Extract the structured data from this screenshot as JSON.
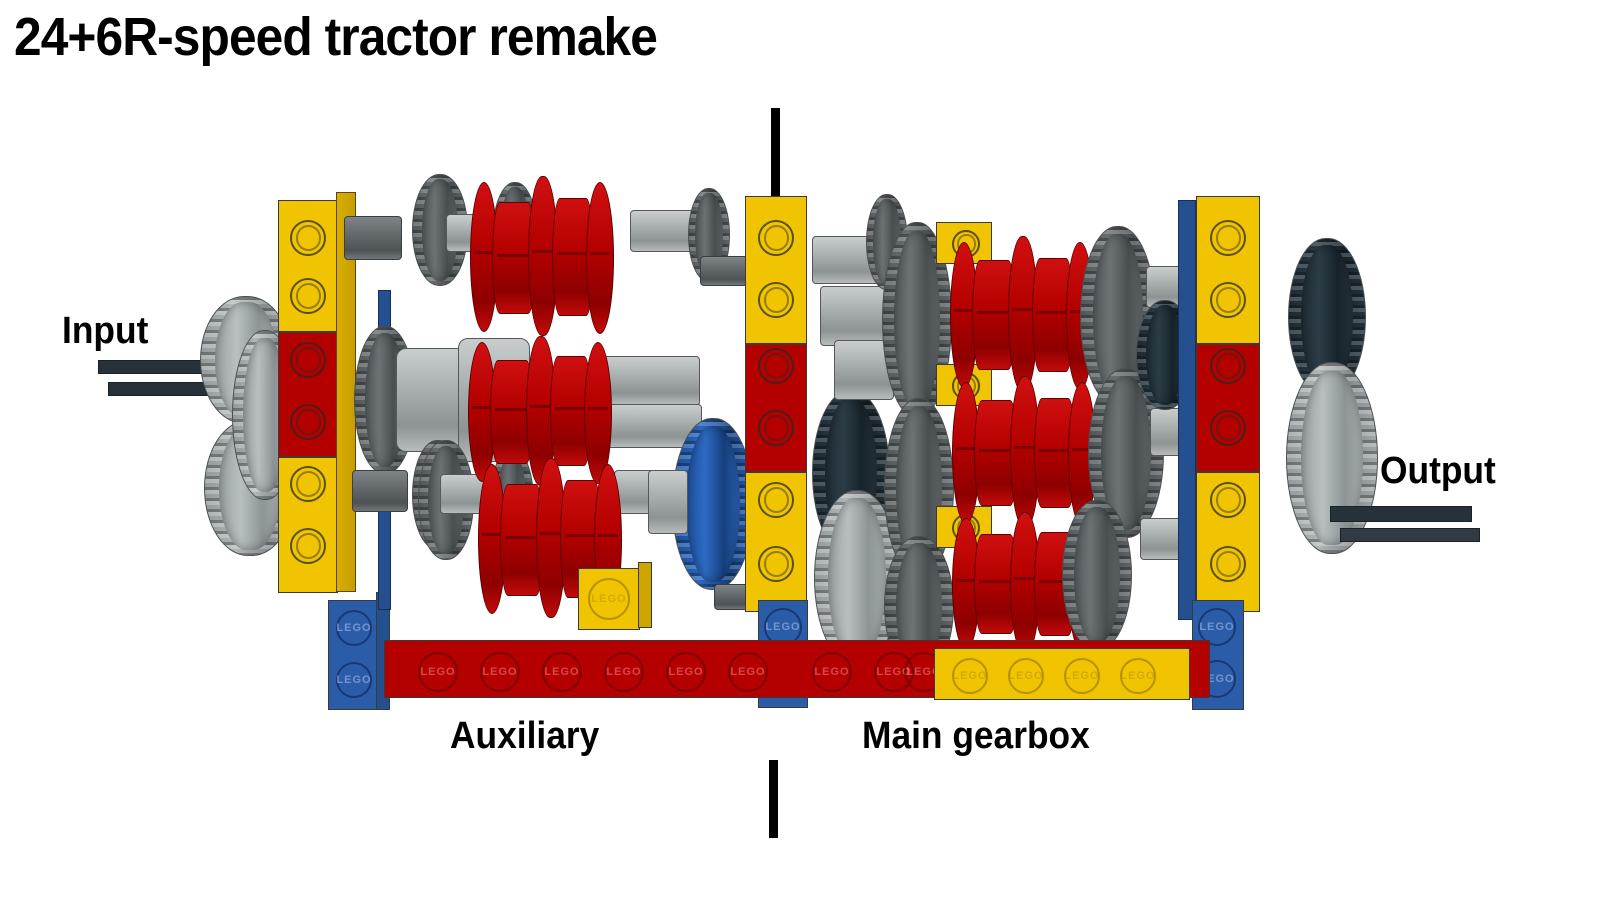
{
  "page": {
    "title": "24+6R-speed tractor remake",
    "background": "#FFFFFF"
  },
  "labels": {
    "input": "Input",
    "output": "Output",
    "auxiliary": "Auxiliary",
    "main_gearbox": "Main gearbox"
  },
  "dividers": {
    "top_marker": "",
    "bottom_marker": ""
  },
  "colors": {
    "lego_yellow": "#F0C400",
    "lego_red": "#B50000",
    "lego_blue": "#2B5CA8",
    "light_bluish_gray": "#A9AFAF",
    "dark_bluish_gray": "#62686A",
    "black_axle": "#27313A",
    "text": "#000000"
  },
  "brand_text": {
    "stud_logo": "LEGO"
  },
  "structure": {
    "frames": [
      {
        "name": "left-frame",
        "segments": [
          "yellow",
          "red",
          "yellow"
        ],
        "holes_per_segment": 2
      },
      {
        "name": "mid-frame",
        "segments": [
          "yellow",
          "red",
          "yellow"
        ],
        "holes_per_segment": 2
      },
      {
        "name": "right-frame",
        "segments": [
          "yellow",
          "red",
          "yellow"
        ],
        "holes_per_segment": 2
      }
    ],
    "base": {
      "red_plate_studs": 9,
      "yellow_plate_studs": 4,
      "blue_posts": 3
    },
    "sections": [
      {
        "name": "auxiliary",
        "ring_rows": 3
      },
      {
        "name": "main-gearbox",
        "ring_rows": 3
      }
    ]
  }
}
